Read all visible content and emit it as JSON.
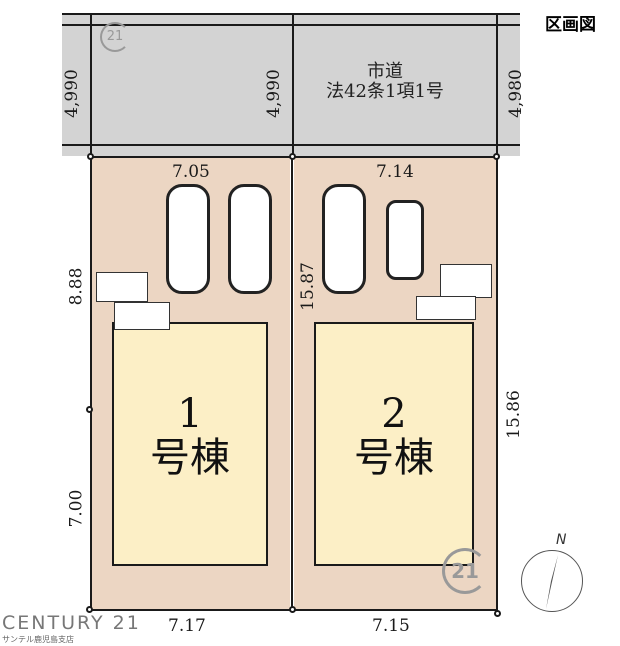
{
  "title": "区画図",
  "road": {
    "label_line1": "市道",
    "label_line2": "法42条1項1号",
    "widths": [
      "4,990",
      "4,990",
      "4,980"
    ],
    "color": "#d3d3d3"
  },
  "lots": [
    {
      "name": "1号棟",
      "number": "1",
      "suffix": "号棟",
      "frontage": "7.05",
      "rear": "7.17",
      "side_dims": [
        "8.88",
        "7.00"
      ],
      "parking_count": 2
    },
    {
      "name": "2号棟",
      "number": "2",
      "suffix": "号棟",
      "frontage": "7.14",
      "rear": "7.15",
      "side_dims": [
        "15.87",
        "15.86"
      ],
      "parking_count": 2
    }
  ],
  "compass": {
    "label": "N"
  },
  "branding": {
    "logo_text": "CENTURY 21",
    "branch": "サンテル鹿児島支店",
    "watermark": "21"
  },
  "colors": {
    "lot": "#ecd6c3",
    "building": "#fcefc6",
    "road": "#d3d3d3",
    "line": "#1a1a1a"
  }
}
